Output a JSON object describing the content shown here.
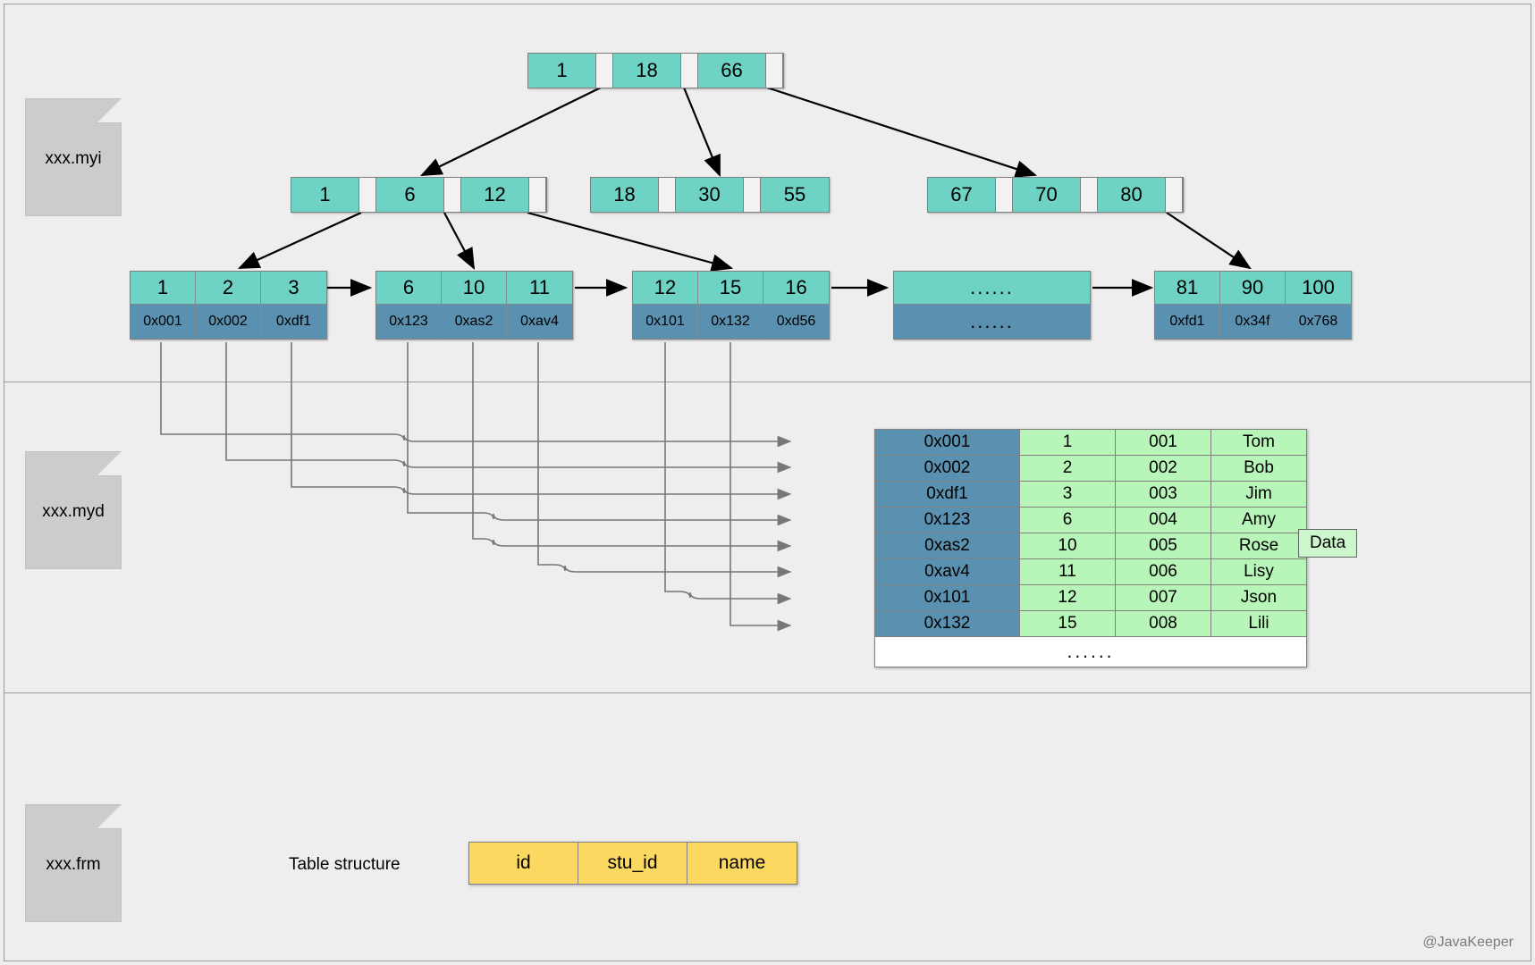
{
  "sections": [
    {
      "file_label": "xxx.myi"
    },
    {
      "file_label": "xxx.myd"
    },
    {
      "file_label": "xxx.frm"
    }
  ],
  "index_tree": {
    "root": {
      "keys": [
        "1",
        "18",
        "66"
      ]
    },
    "internal": [
      {
        "keys": [
          "1",
          "6",
          "12"
        ]
      },
      {
        "keys": [
          "18",
          "30",
          "55"
        ]
      },
      {
        "keys": [
          "67",
          "70",
          "80"
        ]
      }
    ],
    "leaves": [
      {
        "keys": [
          "1",
          "2",
          "3"
        ],
        "addresses": [
          "0x001",
          "0x002",
          "0xdf1"
        ]
      },
      {
        "keys": [
          "6",
          "10",
          "11"
        ],
        "addresses": [
          "0x123",
          "0xas2",
          "0xav4"
        ]
      },
      {
        "keys": [
          "12",
          "15",
          "16"
        ],
        "addresses": [
          "0x101",
          "0x132",
          "0xd56"
        ]
      },
      {
        "keys": [
          "......"
        ],
        "addresses": [
          "......"
        ]
      },
      {
        "keys": [
          "81",
          "90",
          "100"
        ],
        "addresses": [
          "0xfd1",
          "0x34f",
          "0x768"
        ]
      }
    ]
  },
  "data_file": {
    "legend_label": "Data",
    "rows": [
      {
        "address": "0x001",
        "id": "1",
        "stu_id": "001",
        "name": "Tom"
      },
      {
        "address": "0x002",
        "id": "2",
        "stu_id": "002",
        "name": "Bob"
      },
      {
        "address": "0xdf1",
        "id": "3",
        "stu_id": "003",
        "name": "Jim"
      },
      {
        "address": "0x123",
        "id": "6",
        "stu_id": "004",
        "name": "Amy"
      },
      {
        "address": "0xas2",
        "id": "10",
        "stu_id": "005",
        "name": "Rose"
      },
      {
        "address": "0xav4",
        "id": "11",
        "stu_id": "006",
        "name": "Lisy"
      },
      {
        "address": "0x101",
        "id": "12",
        "stu_id": "007",
        "name": "Json"
      },
      {
        "address": "0x132",
        "id": "15",
        "stu_id": "008",
        "name": "Lili"
      }
    ],
    "overflow_label": "......"
  },
  "table_structure": {
    "caption": "Table structure",
    "columns": [
      "id",
      "stu_id",
      "name"
    ]
  },
  "watermark": "@JavaKeeper",
  "colors": {
    "background": "#eeeeee",
    "key_cell": "#6ed3c4",
    "address_cell": "#5b91b0",
    "data_cell": "#b8f5b8",
    "struct_cell": "#fbd960",
    "file_icon": "#cccccc",
    "border": "#808080"
  }
}
